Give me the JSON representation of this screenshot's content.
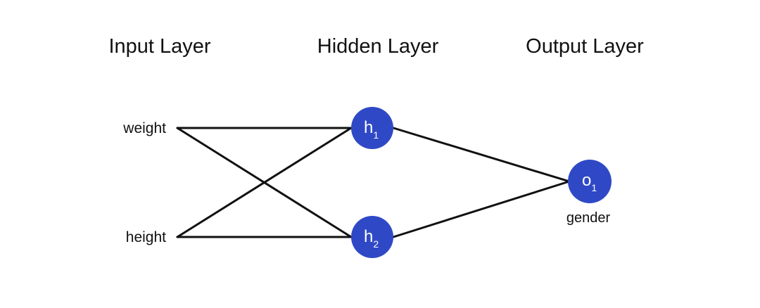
{
  "layers": {
    "input": "Input Layer",
    "hidden": "Hidden Layer",
    "output": "Output Layer"
  },
  "inputs": {
    "weight": "weight",
    "height": "height"
  },
  "nodes": {
    "h1": {
      "letter": "h",
      "sub": "1"
    },
    "h2": {
      "letter": "h",
      "sub": "2"
    },
    "o1": {
      "letter": "o",
      "sub": "1"
    }
  },
  "output_label": "gender",
  "colors": {
    "node_fill": "#2f49c6",
    "line": "#111111",
    "text": "#111111"
  }
}
